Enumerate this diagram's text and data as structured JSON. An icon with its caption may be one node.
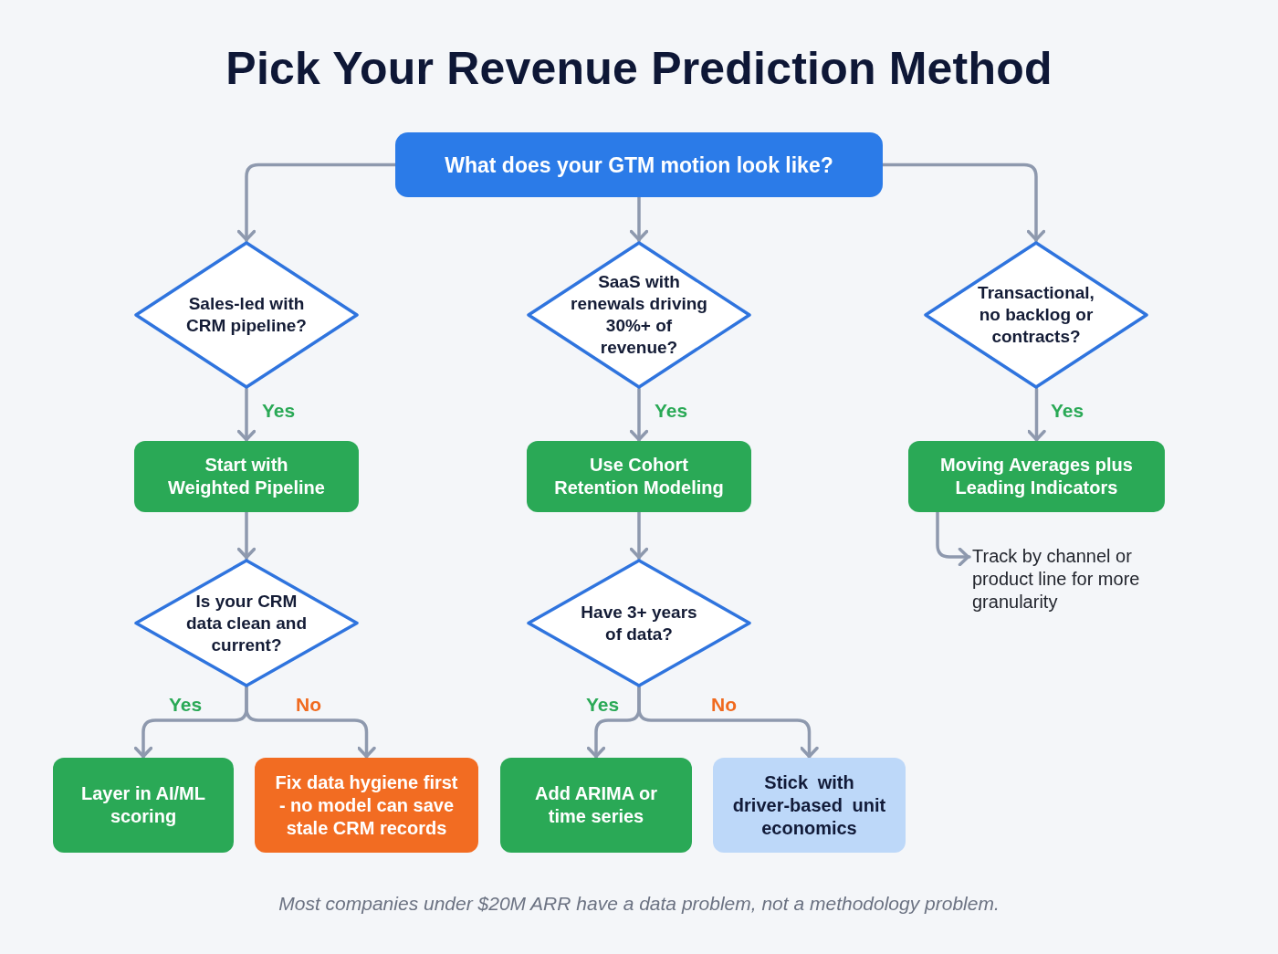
{
  "diagram": {
    "title": "Pick Your Revenue Prediction Method",
    "nodes": [
      {
        "text": [
          "What does your GTM motion look like?"
        ]
      },
      {
        "text": [
          "Sales-led with CRM pipeline?"
        ]
      },
      {
        "text": [
          "SaaS with renewals driving 30%+ of revenue?"
        ]
      },
      {
        "text": [
          "Transactional, no backlog or contracts?"
        ]
      },
      {
        "text": [
          "Start with Weighted Pipeline"
        ]
      },
      {
        "text": [
          "Use Cohort Retention Modeling"
        ]
      },
      {
        "text": [
          "Moving Averages plus Leading Indicators"
        ]
      },
      {
        "text": [
          "Is your CRM data clean and current?"
        ]
      },
      {
        "text": [
          "Have 3+ years of data?"
        ]
      },
      {
        "text": [
          "Track by channel or product line for more granularity"
        ]
      },
      {
        "text": [
          "Layer in AI/ML scoring"
        ]
      },
      {
        "text": [
          "Fix data hygiene first - no model can save stale CRM records"
        ]
      },
      {
        "text": [
          "Add ARIMA or time series"
        ]
      },
      {
        "text": [
          "Stick with driver-based unit economics"
        ]
      }
    ],
    "edges": [
      {
        "from": 0,
        "to": 1,
        "arrow": "to"
      },
      {
        "from": 0,
        "to": 2,
        "arrow": "to"
      },
      {
        "from": 0,
        "to": 3,
        "arrow": "to"
      },
      {
        "from": 1,
        "to": 4,
        "arrow": "to",
        "label": "Yes"
      },
      {
        "from": 2,
        "to": 5,
        "arrow": "to",
        "label": "Yes"
      },
      {
        "from": 3,
        "to": 6,
        "arrow": "to",
        "label": "Yes"
      },
      {
        "from": 4,
        "to": 7,
        "arrow": "to"
      },
      {
        "from": 5,
        "to": 8,
        "arrow": "to"
      },
      {
        "from": 6,
        "to": 9,
        "arrow": "to"
      },
      {
        "from": 7,
        "to": 10,
        "arrow": "to",
        "label": "Yes"
      },
      {
        "from": 7,
        "to": 11,
        "arrow": "to",
        "label": "No"
      },
      {
        "from": 8,
        "to": 12,
        "arrow": "to",
        "label": "Yes"
      },
      {
        "from": 8,
        "to": 13,
        "arrow": "to",
        "label": "No"
      }
    ],
    "caption": "Most companies under $20M ARR have a data problem, not a methodology problem."
  }
}
